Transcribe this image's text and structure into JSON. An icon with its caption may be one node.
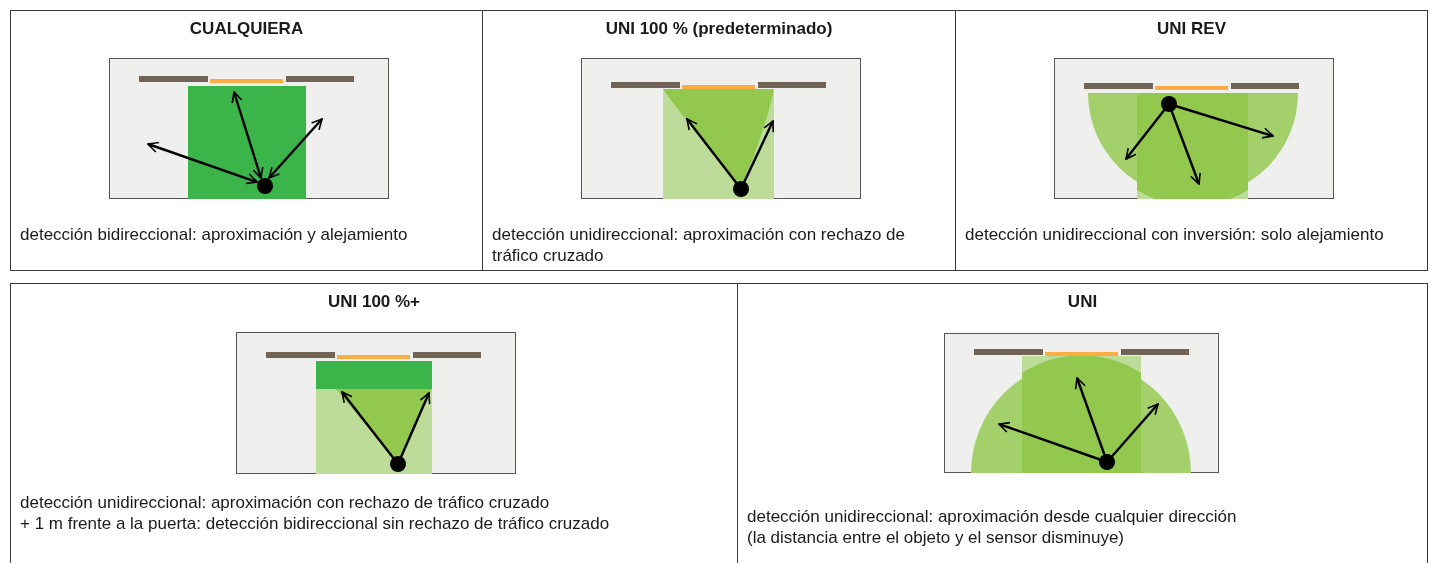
{
  "diagram": {
    "nodes": [
      {
        "text": [
          "CUALQUIERA",
          "detección bidireccional: aproximación y alejamiento"
        ]
      },
      {
        "text": [
          "UNI 100 % (predeterminado)",
          "detección unidireccional: aproximación con rechazo de tráfico cruzado"
        ]
      },
      {
        "text": [
          "UNI REV",
          "detección unidireccional con inversión: solo alejamiento"
        ]
      },
      {
        "text": [
          "UNI 100 %+",
          "detección unidireccional: aproximación con rechazo de tráfico cruzado",
          "+ 1 m frente a la puerta: detección bidireccional sin rechazo de tráfico cruzado"
        ]
      },
      {
        "text": [
          "UNI",
          "detección unidireccional: aproximación desde cualquier dirección",
          "(la distancia entre el objeto y el sensor disminuye)"
        ]
      }
    ]
  }
}
